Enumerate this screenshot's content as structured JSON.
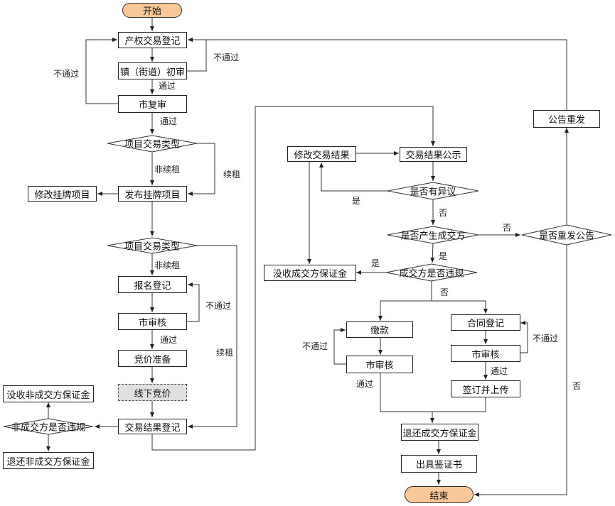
{
  "nodes": {
    "start": "开始",
    "register": "产权交易登记",
    "town_review": "镇（街道）初审",
    "city_review": "市复审",
    "d_type1": "项目交易类型",
    "modify_listing": "修改挂牌项目",
    "publish": "发布挂牌项目",
    "d_type2": "项目交易类型",
    "signup": "报名登记",
    "city_check1": "市审核",
    "bid_prep": "竞价准备",
    "offline_bid": "线下竞价",
    "result_reg": "交易结果登记",
    "d_non_violate": "非成交方是否违规",
    "confiscate_non": "没收非成交方保证金",
    "refund_non": "退还非成交方保证金",
    "modify_result": "修改交易结果",
    "result_publish": "交易结果公示",
    "d_objection": "是否有异议",
    "d_deal": "是否产生成交方",
    "d_violate": "成交方是否违规",
    "confiscate_deal": "没收成交方保证金",
    "payment": "缴款",
    "city_check2": "市审核",
    "contract_reg": "合同登记",
    "city_check3": "市审核",
    "sign_upload": "签订并上传",
    "refund_deal": "退还成交方保证金",
    "certificate": "出具鉴证书",
    "end": "结束",
    "re_announce": "公告重发",
    "d_reannounce": "是否重发公告"
  },
  "labels": {
    "fail_left": "不通过",
    "fail_right": "不通过",
    "pass1": "通过",
    "pass2": "通过",
    "non_renew1": "非续租",
    "renew1": "续租",
    "non_renew2": "非续租",
    "fail_signup": "不通过",
    "pass3": "通过",
    "renew2": "续租",
    "yes_obj": "是",
    "no_obj": "否",
    "no_deal": "否",
    "yes_deal": "是",
    "yes_violate": "是",
    "no_violate": "否",
    "fail_pay": "不通过",
    "pass_pay": "通过",
    "fail_contract": "不通过",
    "pass_contract": "通过",
    "no_reannounce": "否"
  }
}
